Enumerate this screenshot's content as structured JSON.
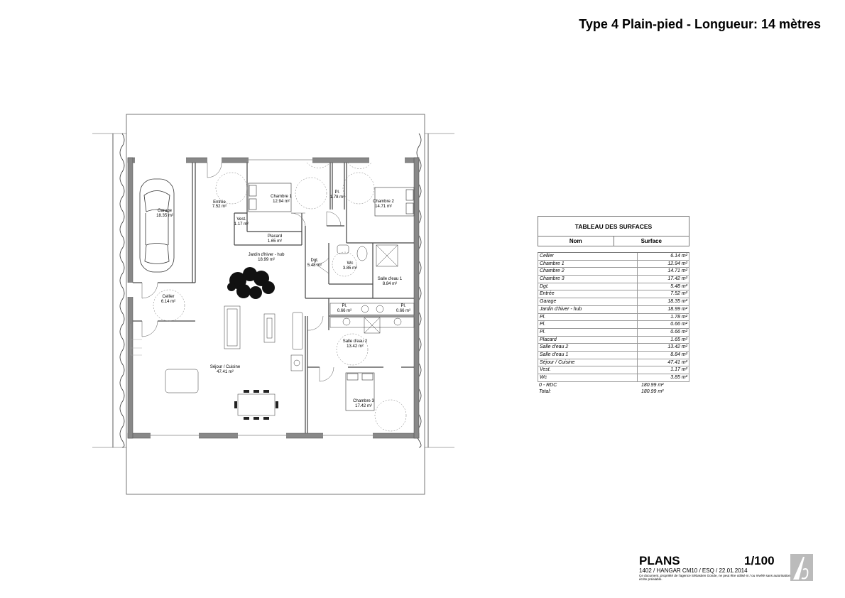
{
  "title": "Type 4 Plain-pied - Longueur: 14 mètres",
  "rooms": {
    "garage": {
      "name": "Garage",
      "area": "18.35 m²"
    },
    "entree": {
      "name": "Entrée",
      "area": "7.52 m²"
    },
    "chambre1": {
      "name": "Chambre 1",
      "area": "12.94 m²"
    },
    "pl1": {
      "name": "Pl.",
      "area": "1.78 m²"
    },
    "chambre2": {
      "name": "Chambre 2",
      "area": "14.71 m²"
    },
    "vest": {
      "name": "Vest.",
      "area": "1.17 m²"
    },
    "placard": {
      "name": "Placard",
      "area": "1.65 m²"
    },
    "jardin": {
      "name": "Jardin d'hiver - hub",
      "area": "18.99 m²"
    },
    "dgt": {
      "name": "Dgt.",
      "area": "5.48 m²"
    },
    "wc": {
      "name": "Wc",
      "area": "3.85 m²"
    },
    "sde1": {
      "name": "Salle d'eau 1",
      "area": "8.84 m²"
    },
    "cellier": {
      "name": "Cellier",
      "area": "6.14 m²"
    },
    "pl2": {
      "name": "Pl.",
      "area": "0.66 m²"
    },
    "pl3": {
      "name": "Pl.",
      "area": "0.66 m²"
    },
    "sde2": {
      "name": "Salle d'eau 2",
      "area": "13.42 m²"
    },
    "sejour": {
      "name": "Séjour / Cuisine",
      "area": "47.41 m²"
    },
    "chambre3": {
      "name": "Chambre 3",
      "area": "17.42 m²"
    }
  },
  "surfaces": {
    "title": "TABLEAU DES SURFACES",
    "col_name": "Nom",
    "col_surface": "Surface",
    "rows": [
      {
        "name": "Cellier",
        "value": "6.14 m²"
      },
      {
        "name": "Chambre 1",
        "value": "12.94 m²"
      },
      {
        "name": "Chambre 2",
        "value": "14.71 m²"
      },
      {
        "name": "Chambre 3",
        "value": "17.42 m²"
      },
      {
        "name": "Dgt.",
        "value": "5.48 m²"
      },
      {
        "name": "Entrée",
        "value": "7.52 m²"
      },
      {
        "name": "Garage",
        "value": "18.35 m²"
      },
      {
        "name": "Jardin d'hiver - hub",
        "value": "18.99 m²"
      },
      {
        "name": "Pl.",
        "value": "1.78 m²"
      },
      {
        "name": "Pl.",
        "value": "0.66 m²"
      },
      {
        "name": "Pl.",
        "value": "0.66 m²"
      },
      {
        "name": "Placard",
        "value": "1.65 m²"
      },
      {
        "name": "Salle d'eau 2",
        "value": "13.42 m²"
      },
      {
        "name": "Salle d'eau 1",
        "value": "8.84 m²"
      },
      {
        "name": "Séjour / Cuisine",
        "value": "47.41 m²"
      },
      {
        "name": "Vest.",
        "value": "1.17 m²"
      },
      {
        "name": "Wc",
        "value": "3.85 m²"
      }
    ],
    "level_label": "0 - RDC",
    "level_value": "180.99 m²",
    "total_label": "Total:",
    "total_value": "180.99 m²"
  },
  "cartouche": {
    "plans": "PLANS",
    "scale": "1/100",
    "ref": "1402 / HANGAR CM10 / ESQ / 22.01.2014",
    "legal": "Ce document, propriété de l'agence Sébastien Gonde, ne peut être utilisé ni / ou révélé sans autorisation écrite préalable."
  }
}
